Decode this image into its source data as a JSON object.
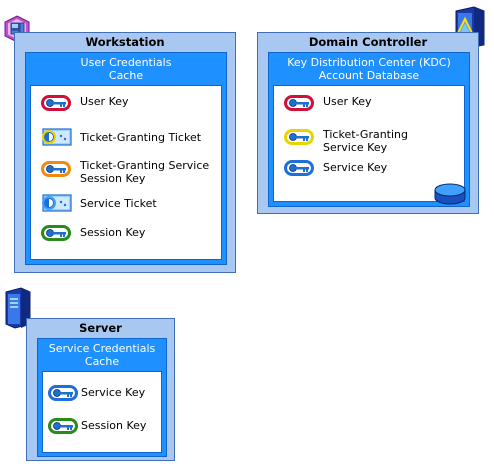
{
  "workstation": {
    "title": "Workstation",
    "cache_title_1": "User Credentials",
    "cache_title_2": "Cache",
    "items": [
      {
        "label": "User Key",
        "icon": "key-icon",
        "color": "#d0103a"
      },
      {
        "label": "Ticket-Granting Ticket",
        "icon": "ticket-icon",
        "color": "#e8d500"
      },
      {
        "label_1": "Ticket-Granting Service",
        "label_2": "Session Key",
        "icon": "key-icon",
        "color": "#f08a10"
      },
      {
        "label": "Service Ticket",
        "icon": "ticket-icon",
        "color": "#1e6fd9"
      },
      {
        "label": "Session Key",
        "icon": "key-icon",
        "color": "#2a8a1a"
      }
    ]
  },
  "domain_controller": {
    "title": "Domain Controller",
    "db_title_1": "Key Distribution Center (KDC)",
    "db_title_2": "Account Database",
    "items": [
      {
        "label": "User Key",
        "icon": "key-icon",
        "color": "#d0103a"
      },
      {
        "label_1": "Ticket-Granting",
        "label_2": "Service Key",
        "icon": "key-icon",
        "color": "#e8d500"
      },
      {
        "label": "Service Key",
        "icon": "key-icon",
        "color": "#1e6fd9"
      }
    ]
  },
  "server": {
    "title": "Server",
    "cache_title_1": "Service Credentials",
    "cache_title_2": "Cache",
    "items": [
      {
        "label": "Service Key",
        "icon": "key-icon",
        "color": "#1e6fd9"
      },
      {
        "label": "Session Key",
        "icon": "key-icon",
        "color": "#2a8a1a"
      }
    ]
  },
  "colors": {
    "outer_box": "#a8c8f2",
    "inner_panel": "#1e90ff",
    "border": "#1065cc"
  }
}
